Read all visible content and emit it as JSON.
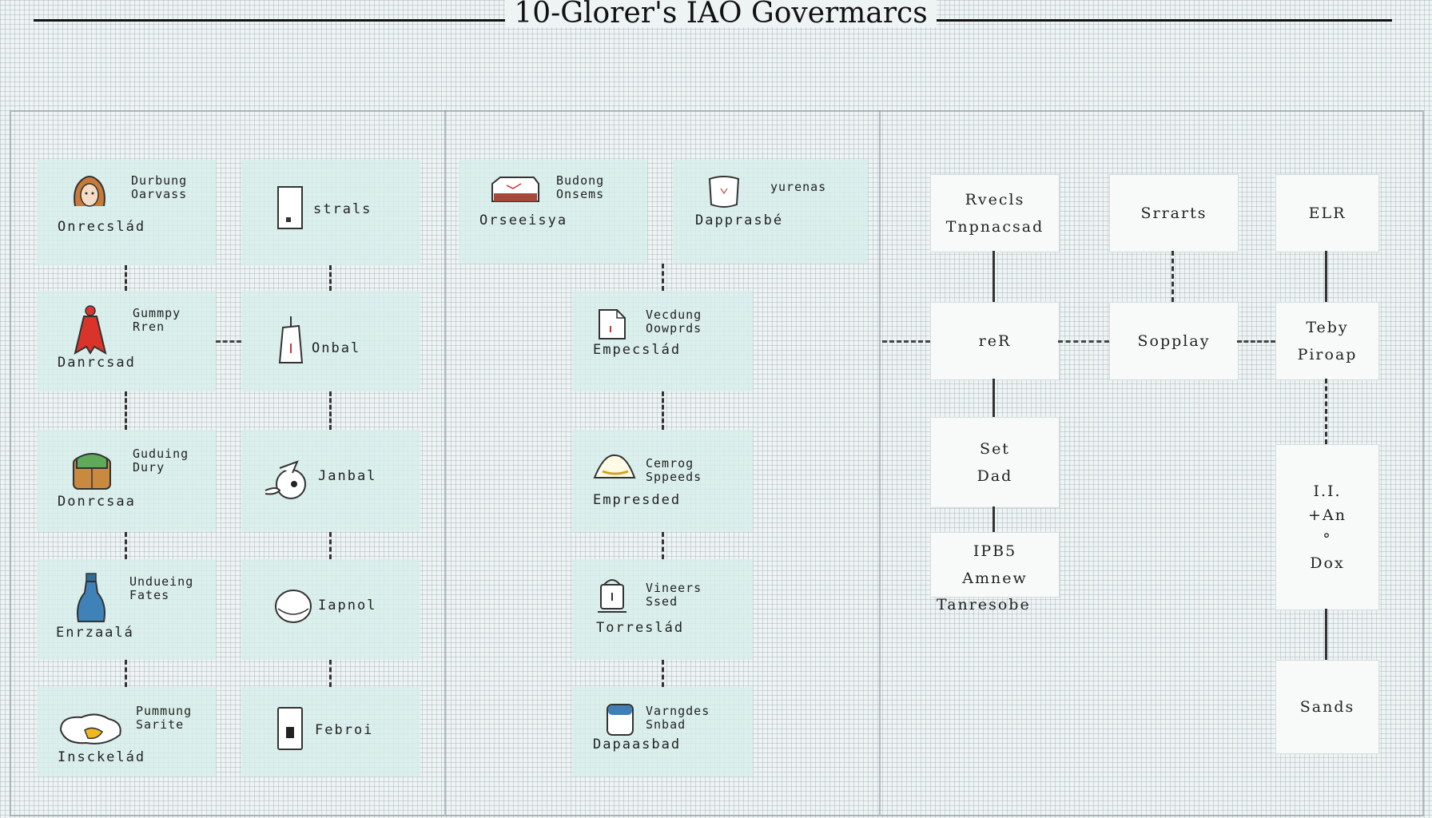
{
  "title": "10-Glorer's IAO Govermarcs",
  "left_panel": {
    "col1": [
      {
        "caption": [
          "Durbung",
          "Oarvass"
        ],
        "label": "Onrecslád",
        "icon": "cat-head-icon"
      },
      {
        "caption": [
          "Gummpy",
          "Rren"
        ],
        "label": "Danrcsad",
        "icon": "red-cape-icon"
      },
      {
        "caption": [
          "Guduing",
          "Dury"
        ],
        "label": "Donrcsaa",
        "icon": "bag-icon"
      },
      {
        "caption": [
          "Undueing",
          "Fates"
        ],
        "label": "Enrzaalá",
        "icon": "bottle-icon"
      },
      {
        "caption": [
          "Pummung",
          "Sarite"
        ],
        "label": "Insckelád",
        "icon": "pan-icon"
      }
    ],
    "col2": [
      {
        "label": "strals",
        "icon": "jar-icon"
      },
      {
        "label": "Onbal",
        "icon": "flask-icon"
      },
      {
        "label": "Janbal",
        "icon": "bird-icon"
      },
      {
        "label": "Iapnol",
        "icon": "circle-icon"
      },
      {
        "label": "Febroi",
        "icon": "phone-icon"
      }
    ]
  },
  "middle_panel": {
    "top": [
      {
        "caption": [
          "Budong",
          "Onsems"
        ],
        "label": "Orseeisya",
        "icon": "box-icon"
      },
      {
        "caption": [
          "yurenas"
        ],
        "label": "Dapprasbé",
        "icon": "cup-icon"
      }
    ],
    "col": [
      {
        "caption": [
          "Vecdung",
          "Oowprds"
        ],
        "label": "Empecslád",
        "icon": "document-icon"
      },
      {
        "caption": [
          "Cemrog",
          "Sppeeds"
        ],
        "label": "Empresded",
        "icon": "hat-icon"
      },
      {
        "caption": [
          "Vineers",
          "Ssed"
        ],
        "label": "Torreslád",
        "icon": "lamp-icon"
      },
      {
        "caption": [
          "Varngdes",
          "Snbad"
        ],
        "label": "Dapaasbad",
        "icon": "can-icon"
      }
    ]
  },
  "right_panel": {
    "col1": [
      {
        "lines": [
          "Rvecls",
          "Tnpnacsad"
        ]
      },
      {
        "lines": [
          "reR"
        ]
      },
      {
        "lines": [
          "Set",
          "Dad"
        ]
      },
      {
        "lines": [
          "IPB5",
          "Amnew"
        ]
      }
    ],
    "col1_footer": "Tanresobe",
    "col2": [
      {
        "lines": [
          "Srrarts"
        ]
      },
      {
        "lines": [
          "Sopplay"
        ]
      }
    ],
    "col3": [
      {
        "lines": [
          "ELR"
        ]
      },
      {
        "lines": [
          "Teby",
          "Piroap"
        ]
      },
      {
        "lines": [
          "I.I.",
          "+An",
          "°",
          "Dox"
        ]
      },
      {
        "lines": [
          "Sands"
        ]
      }
    ]
  }
}
